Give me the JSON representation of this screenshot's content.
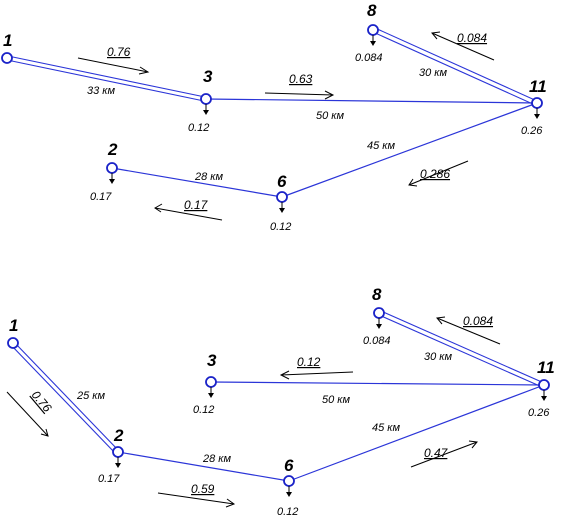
{
  "diagrams": [
    {
      "nodes": [
        {
          "id": "1",
          "label": "1",
          "load": ""
        },
        {
          "id": "3",
          "label": "3",
          "load": "0.12"
        },
        {
          "id": "8",
          "label": "8",
          "load": "0.084"
        },
        {
          "id": "11",
          "label": "11",
          "load": "0.26"
        },
        {
          "id": "2",
          "label": "2",
          "load": "0.17"
        },
        {
          "id": "6",
          "label": "6",
          "load": "0.12"
        }
      ],
      "edges": [
        {
          "from": "1",
          "to": "3",
          "distance": "33 км",
          "flow": "0.76",
          "double": true
        },
        {
          "from": "3",
          "to": "11",
          "distance": "50 км",
          "flow": "0.63",
          "double": false
        },
        {
          "from": "8",
          "to": "11",
          "distance": "30 км",
          "flow": "0.084",
          "double": true
        },
        {
          "from": "11",
          "to": "6",
          "distance": "45 км",
          "flow": "0.286",
          "double": false
        },
        {
          "from": "2",
          "to": "6",
          "distance": "28 км",
          "flow": "0.17",
          "double": false
        }
      ]
    },
    {
      "nodes": [
        {
          "id": "1",
          "label": "1",
          "load": ""
        },
        {
          "id": "2",
          "label": "2",
          "load": "0.17"
        },
        {
          "id": "3",
          "label": "3",
          "load": "0.12"
        },
        {
          "id": "8",
          "label": "8",
          "load": "0.084"
        },
        {
          "id": "11",
          "label": "11",
          "load": "0.26"
        },
        {
          "id": "6",
          "label": "6",
          "load": "0.12"
        }
      ],
      "edges": [
        {
          "from": "1",
          "to": "2",
          "distance": "25 км",
          "flow": "0.76",
          "double": true
        },
        {
          "from": "3",
          "to": "11",
          "distance": "50 км",
          "flow": "0.12",
          "double": false
        },
        {
          "from": "8",
          "to": "11",
          "distance": "30 км",
          "flow": "0.084",
          "double": true
        },
        {
          "from": "6",
          "to": "11",
          "distance": "45 км",
          "flow": "0.47",
          "double": false
        },
        {
          "from": "2",
          "to": "6",
          "distance": "28 км",
          "flow": "0.59",
          "double": false
        }
      ]
    }
  ]
}
